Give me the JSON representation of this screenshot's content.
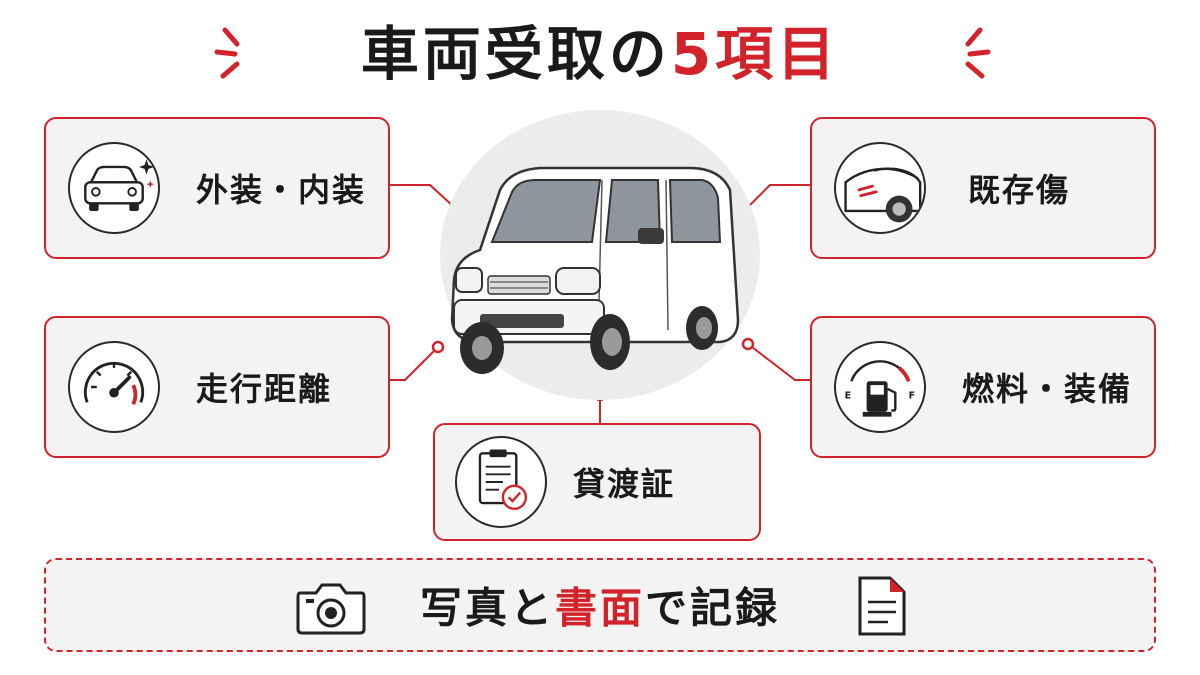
{
  "title": {
    "main": "車両受取の",
    "accent": "5項目"
  },
  "items": [
    {
      "label": "外装・内装",
      "icon": "car-sparkle-icon"
    },
    {
      "label": "既存傷",
      "icon": "car-scratch-icon"
    },
    {
      "label": "走行距離",
      "icon": "speedometer-icon"
    },
    {
      "label": "燃料・装備",
      "icon": "fuel-gauge-icon"
    },
    {
      "label": "貸渡証",
      "icon": "clipboard-check-icon"
    }
  ],
  "footer": {
    "part1": "写真と",
    "accent": "書面",
    "part2": "で記録",
    "left_icon": "camera-icon",
    "right_icon": "document-icon"
  },
  "colors": {
    "accent": "#d2232a",
    "card_bg": "#f3f3f3",
    "text": "#1a1a1a"
  }
}
